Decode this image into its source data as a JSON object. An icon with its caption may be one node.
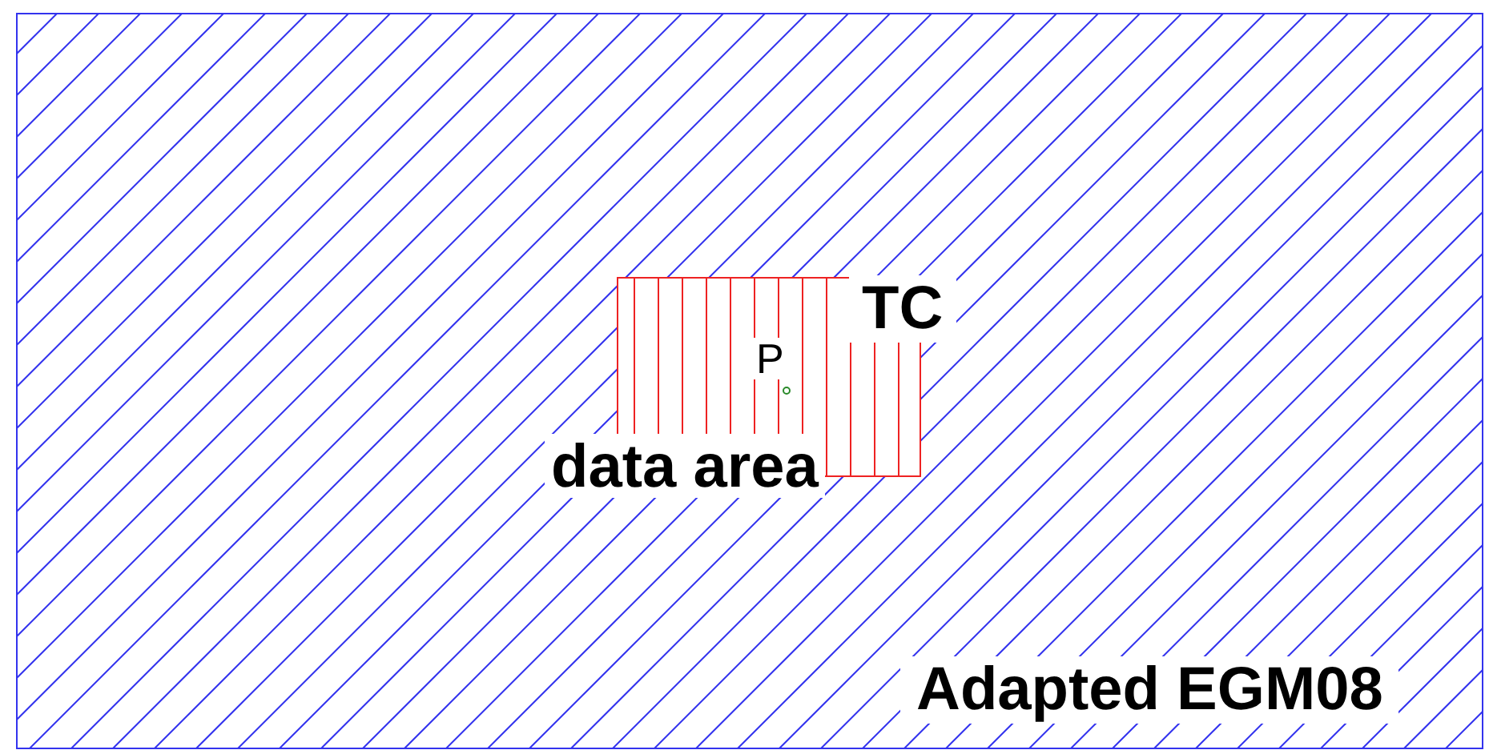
{
  "diagram": {
    "nodes": [
      {
        "text": [
          "Adapted EGM08"
        ]
      },
      {
        "text": [
          "TC",
          "data area"
        ],
        "in": 0
      },
      {
        "text": [
          "P"
        ],
        "in": 1
      }
    ]
  }
}
